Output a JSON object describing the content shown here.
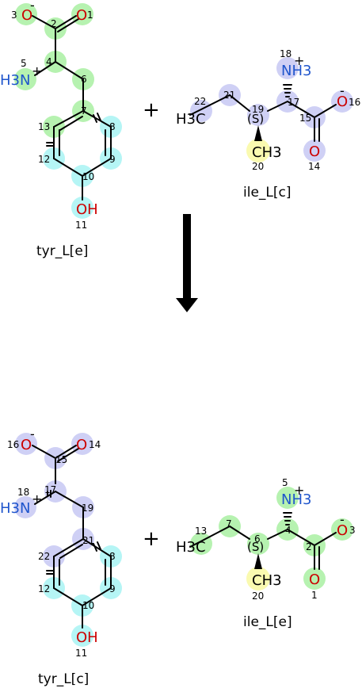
{
  "colors": {
    "green": "#b6f2b0",
    "cyan": "#b5f5f5",
    "lavender": "#cfd0f5",
    "yellow": "#fafab0",
    "oxygen": "#cc0000",
    "nitrogen": "#1f55cc",
    "carbon": "#000000"
  },
  "reactants": [
    {
      "name": "tyr_L[e]",
      "atoms": [
        {
          "idx": "1",
          "label": "O"
        },
        {
          "idx": "2"
        },
        {
          "idx": "3",
          "label": "O",
          "charge": "-"
        },
        {
          "idx": "4"
        },
        {
          "idx": "5",
          "label": "H3N",
          "charge": "+"
        },
        {
          "idx": "6"
        },
        {
          "idx": "7"
        },
        {
          "idx": "8"
        },
        {
          "idx": "9"
        },
        {
          "idx": "10"
        },
        {
          "idx": "11",
          "label": "OH"
        },
        {
          "idx": "12"
        },
        {
          "idx": "13"
        }
      ]
    },
    {
      "name": "ile_L[c]",
      "stereo": "(S)",
      "atoms": [
        {
          "idx": "14",
          "label": "O"
        },
        {
          "idx": "15"
        },
        {
          "idx": "16",
          "label": "O",
          "charge": "-"
        },
        {
          "idx": "17"
        },
        {
          "idx": "18",
          "label": "NH3",
          "charge": "+"
        },
        {
          "idx": "19"
        },
        {
          "idx": "20",
          "label": "CH3"
        },
        {
          "idx": "21"
        },
        {
          "idx": "22",
          "label": "H3C"
        }
      ]
    }
  ],
  "products": [
    {
      "name": "tyr_L[c]",
      "atoms": [
        {
          "idx": "14",
          "label": "O"
        },
        {
          "idx": "15"
        },
        {
          "idx": "16",
          "label": "O",
          "charge": "-"
        },
        {
          "idx": "17"
        },
        {
          "idx": "18",
          "label": "H3N",
          "charge": "+"
        },
        {
          "idx": "19"
        },
        {
          "idx": "21"
        },
        {
          "idx": "8"
        },
        {
          "idx": "9"
        },
        {
          "idx": "10"
        },
        {
          "idx": "11",
          "label": "OH"
        },
        {
          "idx": "12"
        },
        {
          "idx": "22"
        }
      ]
    },
    {
      "name": "ile_L[e]",
      "stereo": "(S)",
      "atoms": [
        {
          "idx": "1",
          "label": "O"
        },
        {
          "idx": "2"
        },
        {
          "idx": "3",
          "label": "O",
          "charge": "-"
        },
        {
          "idx": "4"
        },
        {
          "idx": "5",
          "label": "NH3",
          "charge": "+"
        },
        {
          "idx": "6"
        },
        {
          "idx": "20",
          "label": "CH3"
        },
        {
          "idx": "7"
        },
        {
          "idx": "13",
          "label": "H3C"
        }
      ]
    }
  ],
  "operators": {
    "plus": "+"
  }
}
